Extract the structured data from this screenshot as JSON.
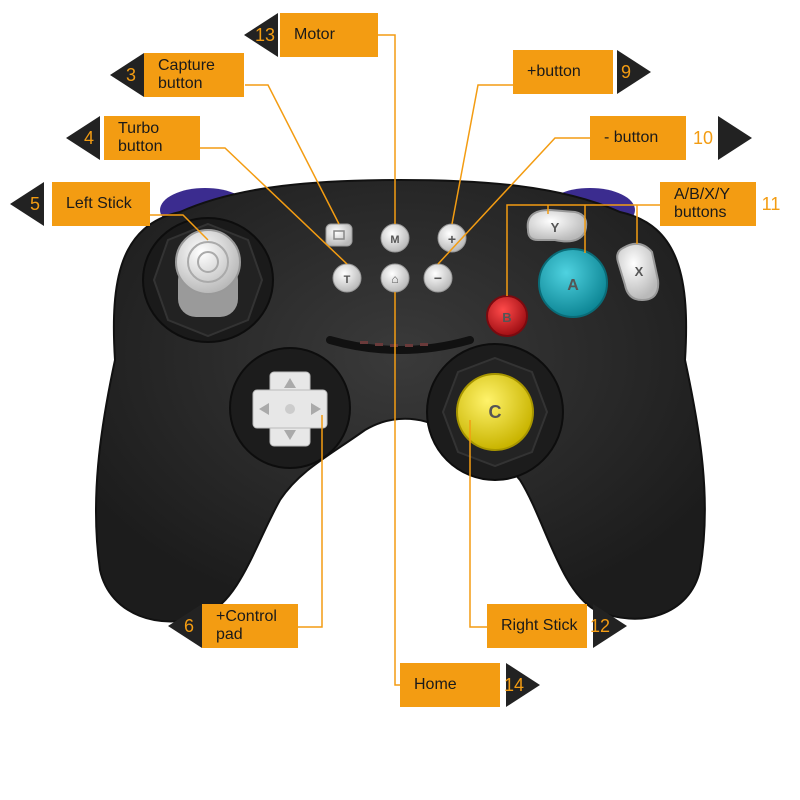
{
  "callouts": [
    {
      "id": "motor",
      "number": "13",
      "label": "Motor"
    },
    {
      "id": "capture",
      "number": "3",
      "label": "Capture button"
    },
    {
      "id": "plus",
      "number": "9",
      "label": "+button"
    },
    {
      "id": "turbo",
      "number": "4",
      "label": "Turbo button"
    },
    {
      "id": "minus",
      "number": "10",
      "label": "- button"
    },
    {
      "id": "left-stick",
      "number": "5",
      "label": "Left Stick"
    },
    {
      "id": "abxy",
      "number": "11",
      "label": "A/B/X/Y buttons"
    },
    {
      "id": "dpad",
      "number": "6",
      "label": "+Control pad"
    },
    {
      "id": "right-stick",
      "number": "12",
      "label": "Right Stick"
    },
    {
      "id": "home",
      "number": "14",
      "label": "Home"
    }
  ],
  "buttons": {
    "a": "A",
    "b": "B",
    "x": "X",
    "y": "Y",
    "c": "C",
    "motor": "M",
    "turbo": "T",
    "home": "⌂",
    "plus": "+",
    "minus": "−"
  },
  "colors": {
    "callout": "#f39c12",
    "body": "#2a2a2a",
    "accent_purple": "#3b2c8f",
    "a_button": "#18a6b8",
    "b_button": "#d01822",
    "c_stick": "#f3e11a"
  }
}
